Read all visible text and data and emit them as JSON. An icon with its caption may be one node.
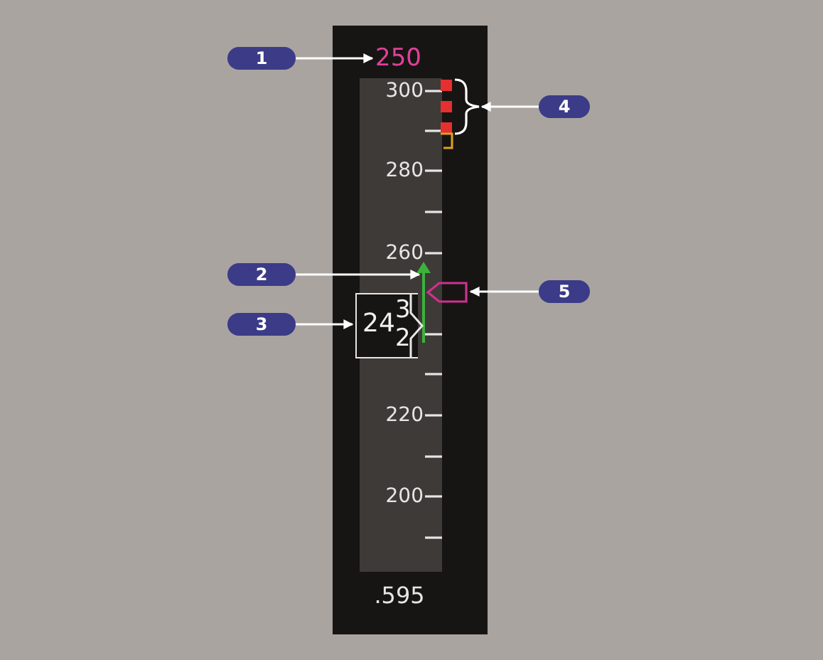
{
  "diagram": {
    "nodes": [
      {
        "text": [
          "1"
        ]
      },
      {
        "text": [
          "250"
        ]
      },
      {
        "text": [
          "2"
        ]
      },
      {
        "text": [],
        "shape": "arrow"
      },
      {
        "text": [
          "3"
        ]
      },
      {
        "text": [
          "24",
          "3",
          "2"
        ]
      },
      {
        "text": [
          "4"
        ]
      },
      {
        "text": [],
        "shape": "bar"
      },
      {
        "text": [
          "5"
        ]
      },
      {
        "text": [],
        "shape": "box"
      }
    ],
    "edges": [
      {
        "from": 0,
        "to": 1,
        "arrow": "to"
      },
      {
        "from": 2,
        "to": 3,
        "arrow": "to"
      },
      {
        "from": 4,
        "to": 5,
        "arrow": "to"
      },
      {
        "from": 6,
        "to": 7,
        "arrow": "to"
      },
      {
        "from": 8,
        "to": 9,
        "arrow": "to"
      }
    ],
    "labels": [
      "300",
      "280",
      "260",
      "220",
      "200",
      ".595"
    ]
  }
}
